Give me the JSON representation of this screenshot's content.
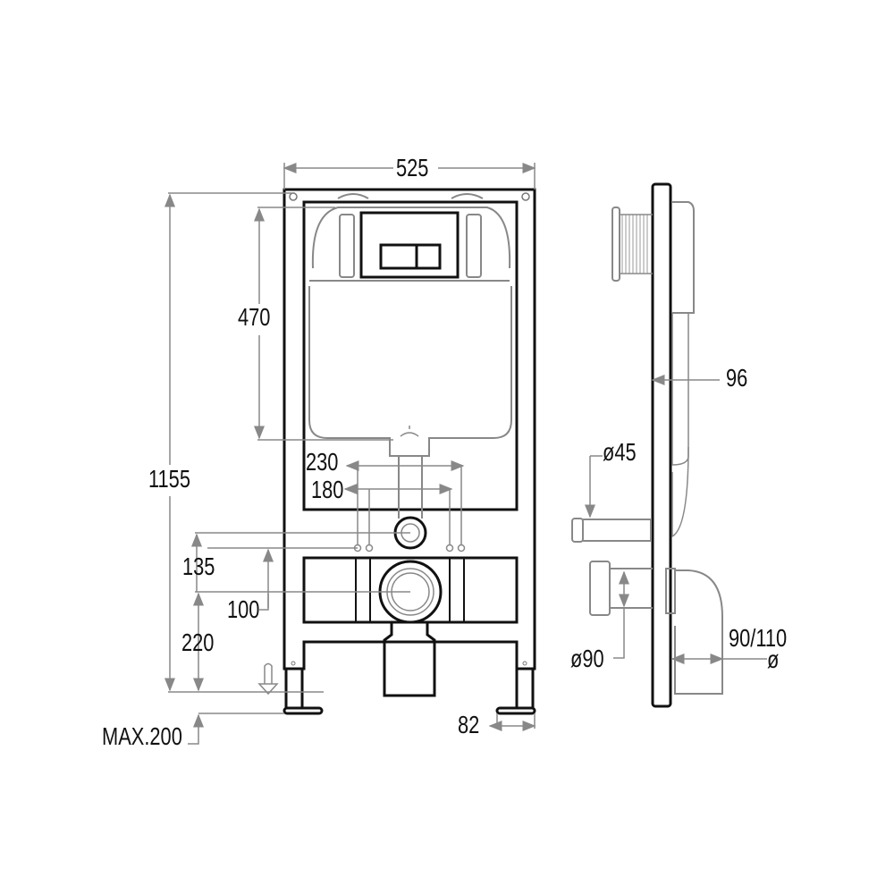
{
  "diagram": {
    "title": "Wall-hung WC concealed frame installation drawing",
    "views": [
      "front-view",
      "side-view"
    ],
    "dimensions": {
      "overall_width": "525",
      "overall_height": "1155",
      "cistern_height": "470",
      "bolt_spacing_outer": "230",
      "bolt_spacing_inner": "180",
      "inlet_to_outlet": "135",
      "outlet_offset": "100",
      "outlet_height": "220",
      "leg_extension": "MAX.200",
      "foot_depth": "82",
      "frame_depth": "96",
      "inlet_diameter": "ø45",
      "outlet_diameter": "ø90",
      "drain_diameter": "90/110",
      "drain_diameter_symbol": "ø"
    }
  }
}
